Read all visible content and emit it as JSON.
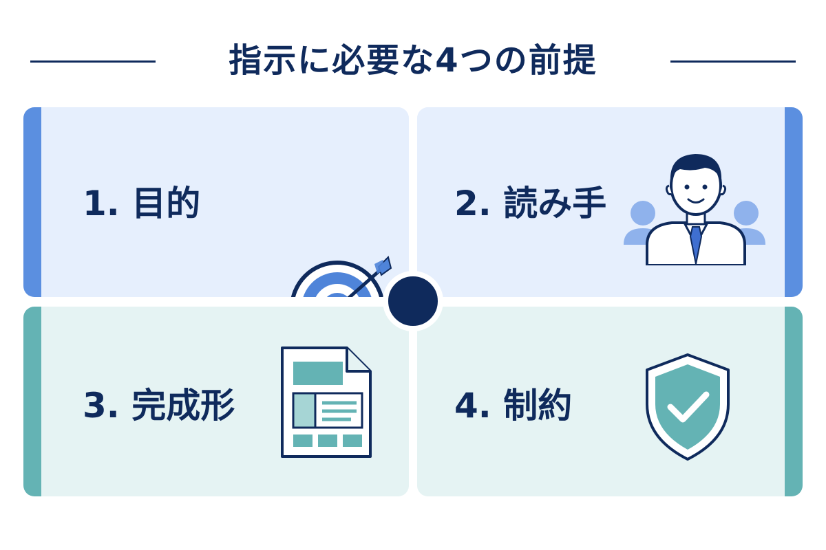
{
  "title": "指示に必要な4つの前提",
  "cards": [
    {
      "label": "1. 目的",
      "icon": "target-icon"
    },
    {
      "label": "2. 読み手",
      "icon": "reader-person-icon"
    },
    {
      "label": "3. 完成形",
      "icon": "document-layout-icon"
    },
    {
      "label": "4. 制約",
      "icon": "shield-check-icon"
    }
  ],
  "colors": {
    "navy": "#0f2a5c",
    "blue_accent": "#5b8fe0",
    "teal_accent": "#64b3b4",
    "blue_card": "#e6effd",
    "teal_card": "#e5f3f3"
  }
}
